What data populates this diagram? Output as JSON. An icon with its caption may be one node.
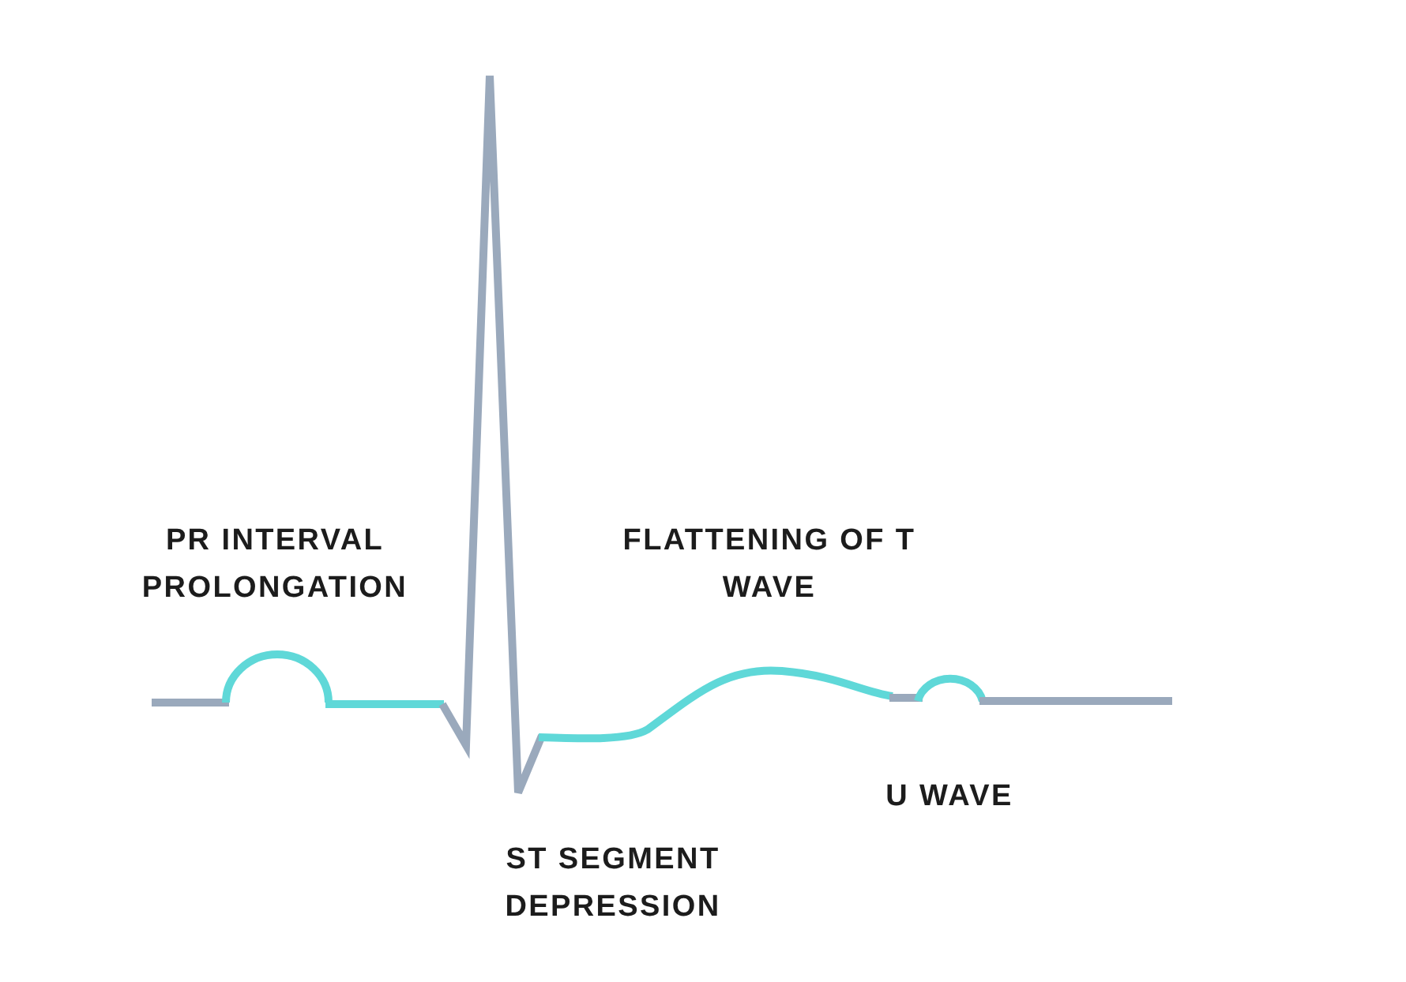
{
  "diagram": {
    "labels": [
      "PR INTERVAL PROLONGATION",
      "FLATTENING OF T WAVE",
      "U WAVE",
      "ST SEGMENT DEPRESSION"
    ]
  }
}
